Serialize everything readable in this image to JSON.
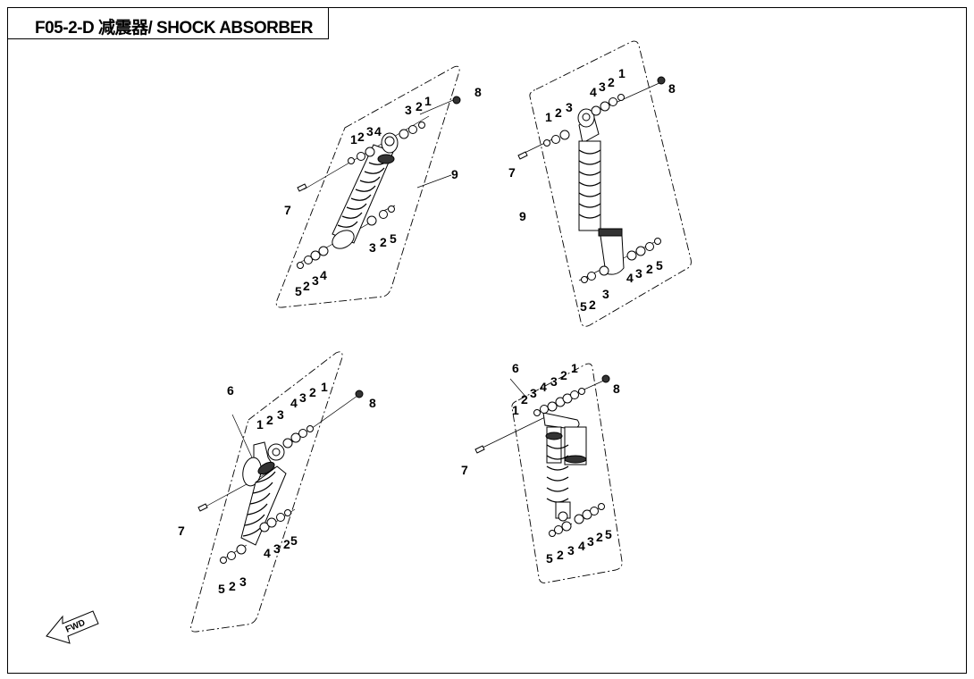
{
  "title": "F05-2-D 减震器/ SHOCK ABSORBER",
  "direction_label": "FWD",
  "assemblies": [
    {
      "id": "top-left",
      "callouts": [
        {
          "n": "1"
        },
        {
          "n": "2"
        },
        {
          "n": "3"
        },
        {
          "n": "4"
        },
        {
          "n": "3"
        },
        {
          "n": "2"
        },
        {
          "n": "1"
        },
        {
          "n": "8"
        },
        {
          "n": "7"
        },
        {
          "n": "9"
        },
        {
          "n": "3"
        },
        {
          "n": "2"
        },
        {
          "n": "5"
        },
        {
          "n": "5"
        },
        {
          "n": "2"
        },
        {
          "n": "3"
        },
        {
          "n": "4"
        }
      ]
    },
    {
      "id": "top-right",
      "callouts": [
        {
          "n": "1"
        },
        {
          "n": "2"
        },
        {
          "n": "3"
        },
        {
          "n": "4"
        },
        {
          "n": "3"
        },
        {
          "n": "2"
        },
        {
          "n": "1"
        },
        {
          "n": "8"
        },
        {
          "n": "7"
        },
        {
          "n": "9"
        },
        {
          "n": "4"
        },
        {
          "n": "3"
        },
        {
          "n": "2"
        },
        {
          "n": "5"
        },
        {
          "n": "5"
        },
        {
          "n": "2"
        },
        {
          "n": "3"
        }
      ]
    },
    {
      "id": "bottom-left",
      "callouts": [
        {
          "n": "6"
        },
        {
          "n": "4"
        },
        {
          "n": "3"
        },
        {
          "n": "2"
        },
        {
          "n": "1"
        },
        {
          "n": "8"
        },
        {
          "n": "1"
        },
        {
          "n": "2"
        },
        {
          "n": "3"
        },
        {
          "n": "7"
        },
        {
          "n": "4"
        },
        {
          "n": "3"
        },
        {
          "n": "2"
        },
        {
          "n": "5"
        },
        {
          "n": "5"
        },
        {
          "n": "2"
        },
        {
          "n": "3"
        }
      ]
    },
    {
      "id": "bottom-right",
      "callouts": [
        {
          "n": "6"
        },
        {
          "n": "1"
        },
        {
          "n": "2"
        },
        {
          "n": "3"
        },
        {
          "n": "4"
        },
        {
          "n": "3"
        },
        {
          "n": "2"
        },
        {
          "n": "1"
        },
        {
          "n": "8"
        },
        {
          "n": "7"
        },
        {
          "n": "5"
        },
        {
          "n": "2"
        },
        {
          "n": "3"
        },
        {
          "n": "4"
        },
        {
          "n": "3"
        },
        {
          "n": "2"
        },
        {
          "n": "5"
        }
      ]
    }
  ]
}
